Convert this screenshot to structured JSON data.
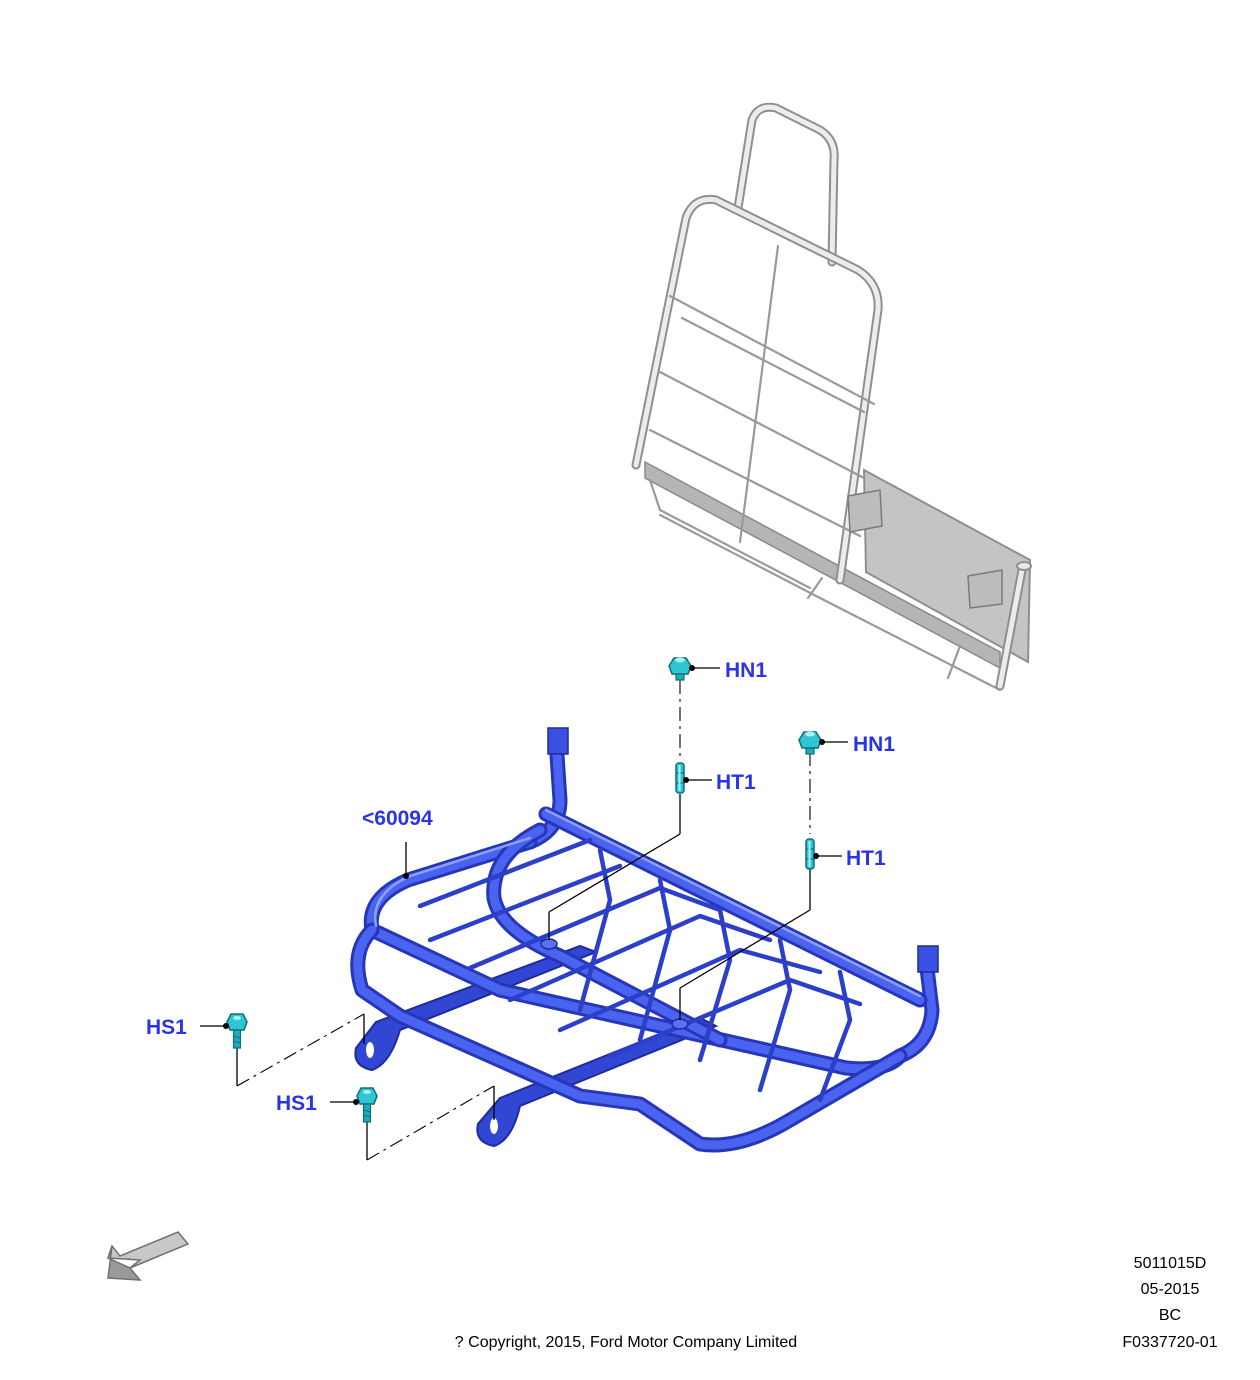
{
  "callouts": {
    "hn1_top": "HN1",
    "hn1_right": "HN1",
    "ht1_top": "HT1",
    "ht1_right": "HT1",
    "part_ref": "<60094",
    "hs1_left": "HS1",
    "hs1_lower": "HS1"
  },
  "info_block": {
    "code": "5011015D",
    "date": "05-2015",
    "rev": "BC",
    "figure": "F0337720-01"
  },
  "copyright": "? Copyright, 2015, Ford Motor Company Limited",
  "colors": {
    "callout_text": "#2b33e6",
    "frame_blue": "#3a4fe0",
    "fastener_cyan": "#28c8d8",
    "backrest_gray": "#c8c8c8"
  },
  "icons": {
    "orientation_arrow": "front-direction-arrow-icon"
  }
}
